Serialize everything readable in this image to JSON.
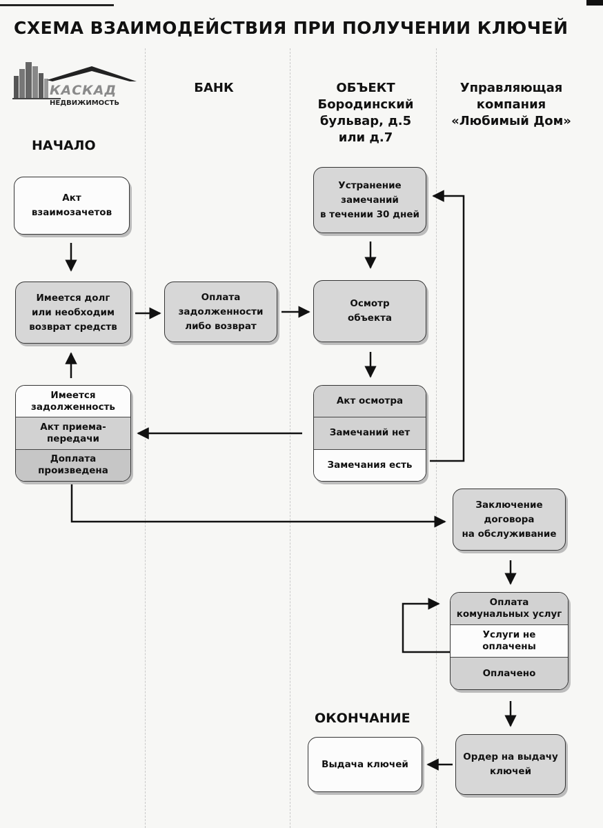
{
  "title": "СХЕМА ВЗАИМОДЕЙСТВИЯ ПРИ ПОЛУЧЕНИИ КЛЮЧЕЙ",
  "logo": {
    "name": "КАСКАД",
    "subtitle": "НЕДВИЖИМОСТЬ"
  },
  "columns": {
    "bank": "БАНК",
    "object": [
      "ОБЪЕКТ",
      "Бородинский",
      "бульвар, д.5",
      "или д.7"
    ],
    "company": [
      "Управляющая",
      "компания",
      "«Любимый Дом»"
    ]
  },
  "labels": {
    "start": "НАЧАЛО",
    "end": "ОКОНЧАНИЕ"
  },
  "nodes": {
    "act_mutual": [
      "Акт",
      "взаимозачетов"
    ],
    "debt_check": [
      "Имеется долг",
      "или необходим",
      "возврат средств"
    ],
    "bank_payment": [
      "Оплата",
      "задолженности",
      "либо возврат"
    ],
    "fix_remarks": [
      "Устранение",
      "замечаний",
      "в течении 30 дней"
    ],
    "inspection": [
      "Осмотр",
      "объекта"
    ],
    "inspection_act": {
      "header": "Акт осмотра",
      "no_remarks": "Замечаний нет",
      "has_remarks": "Замечания есть"
    },
    "debt_state": {
      "has_debt": [
        "Имеется",
        "задолженность"
      ],
      "transfer_act": [
        "Акт приема-",
        "передачи"
      ],
      "paid": [
        "Доплата",
        "произведена"
      ]
    },
    "service_contract": [
      "Заключение",
      "договора",
      "на обслуживание"
    ],
    "utilities": {
      "header": [
        "Оплата",
        "комунальных услуг"
      ],
      "unpaid": "Услуги не оплачены",
      "paid": "Оплачено"
    },
    "order": [
      "Ордер на выдачу",
      "ключей"
    ],
    "keys": "Выдача ключей"
  }
}
